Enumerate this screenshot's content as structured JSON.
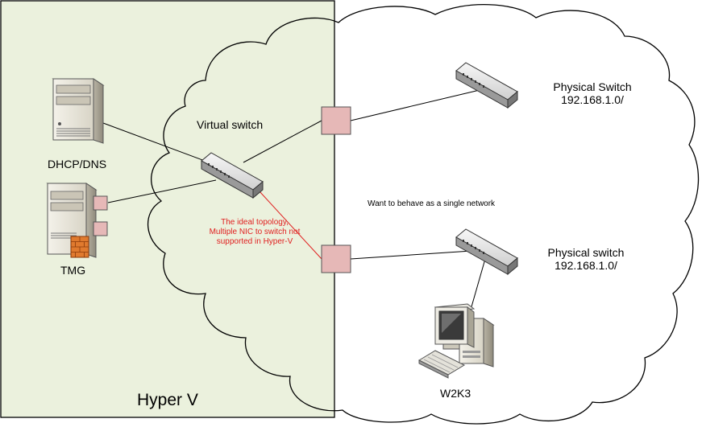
{
  "diagram": {
    "container_label": "Hyper V",
    "nodes": {
      "dhcp_dns": "DHCP/DNS",
      "tmg": "TMG",
      "virtual_switch": "Virtual switch",
      "physical_switch_top": {
        "name": "Physical Switch",
        "subnet": "192.168.1.0/"
      },
      "physical_switch_bottom": {
        "name": "Physical switch",
        "subnet": "192.168.1.0/"
      },
      "client": "W2K3"
    },
    "notes": {
      "ideal_topology": [
        "The ideal topology,",
        "Multiple NIC to switch not",
        "supported in Hyper-V"
      ],
      "single_network": "Want to behave as a single network"
    },
    "colors": {
      "hyperv_fill": "#ebf1dd",
      "nic_fill": "#e6b8b7",
      "note_red": "#e02020",
      "red_link": "#e02020"
    }
  }
}
